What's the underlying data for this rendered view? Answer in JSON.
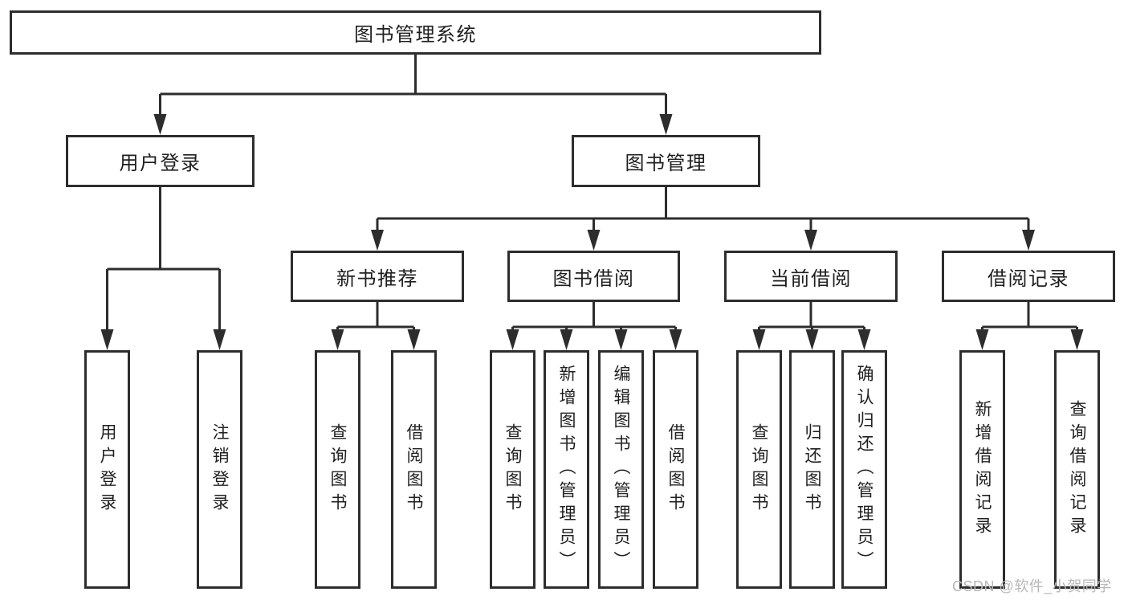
{
  "diagram": {
    "root": {
      "label": "图书管理系统"
    },
    "level2": [
      {
        "label": "用户登录"
      },
      {
        "label": "图书管理"
      }
    ],
    "level3": [
      {
        "label": "新书推荐"
      },
      {
        "label": "图书借阅"
      },
      {
        "label": "当前借阅"
      },
      {
        "label": "借阅记录"
      }
    ],
    "leaves": {
      "login": [
        {
          "label": "用户登录"
        },
        {
          "label": "注销登录"
        }
      ],
      "recommend": [
        {
          "label": "查询图书"
        },
        {
          "label": "借阅图书"
        }
      ],
      "borrow": [
        {
          "label": "查询图书"
        },
        {
          "label": "新增图书（管理员）"
        },
        {
          "label": "编辑图书（管理员）"
        },
        {
          "label": "借阅图书"
        }
      ],
      "current": [
        {
          "label": "查询图书"
        },
        {
          "label": "归还图书"
        },
        {
          "label": "确认归还（管理员）"
        }
      ],
      "records": [
        {
          "label": "新增借阅记录"
        },
        {
          "label": "查询借阅记录"
        }
      ]
    }
  },
  "watermark": {
    "text": "CSDN @软件_小贺同学"
  },
  "colors": {
    "line": "#2d2d2d",
    "text": "#1f1f1f",
    "watermark": "#b7b7b7",
    "background": "#ffffff"
  }
}
